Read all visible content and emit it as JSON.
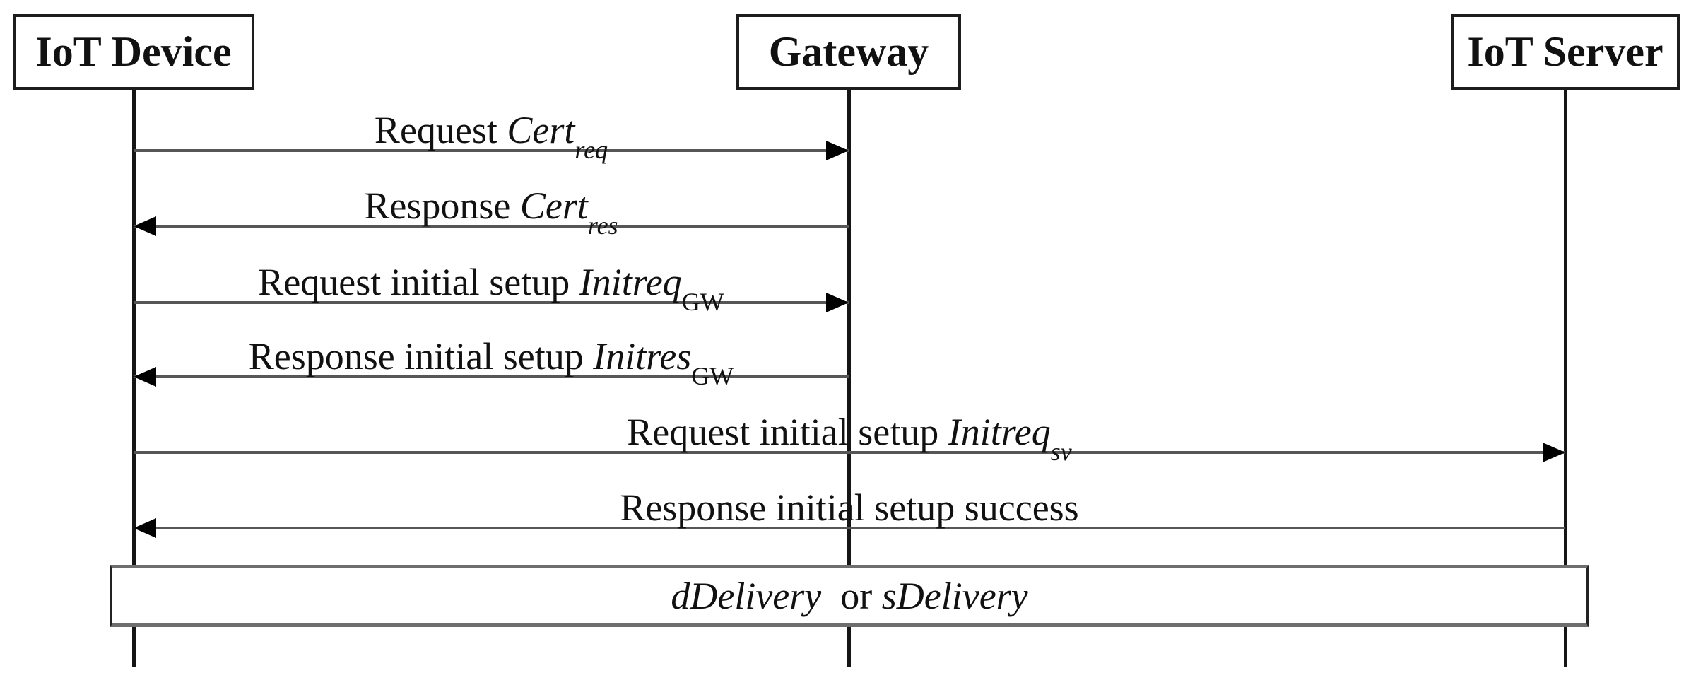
{
  "diagram": {
    "type": "sequence-diagram",
    "background_color": "#ffffff",
    "line_color": "#1d1d1d",
    "actors": [
      {
        "id": "iot-device",
        "label": "IoT Device"
      },
      {
        "id": "gateway",
        "label": "Gateway"
      },
      {
        "id": "iot-server",
        "label": "IoT Server"
      }
    ],
    "messages": [
      {
        "from": "IoT Device",
        "to": "Gateway",
        "direction": "right",
        "prefix": "Request ",
        "term": "Cert",
        "subscript": "req"
      },
      {
        "from": "Gateway",
        "to": "IoT Device",
        "direction": "left",
        "prefix": "Response ",
        "term": "Cert",
        "subscript": "res"
      },
      {
        "from": "IoT Device",
        "to": "Gateway",
        "direction": "right",
        "prefix": "Request initial setup ",
        "term": "Initreq",
        "subscript": "GW"
      },
      {
        "from": "Gateway",
        "to": "IoT Device",
        "direction": "left",
        "prefix": "Response initial setup ",
        "term": "Initres",
        "subscript": "GW"
      },
      {
        "from": "IoT Device",
        "to": "IoT Server",
        "direction": "right",
        "prefix": "Request initial setup ",
        "term": "Initreq",
        "subscript": "sv"
      },
      {
        "from": "IoT Server",
        "to": "IoT Device",
        "direction": "left",
        "prefix": "Response initial setup success",
        "term": "",
        "subscript": ""
      }
    ],
    "band": {
      "part1": "dDelivery",
      "connector": "  or ",
      "part2": "sDelivery"
    }
  }
}
